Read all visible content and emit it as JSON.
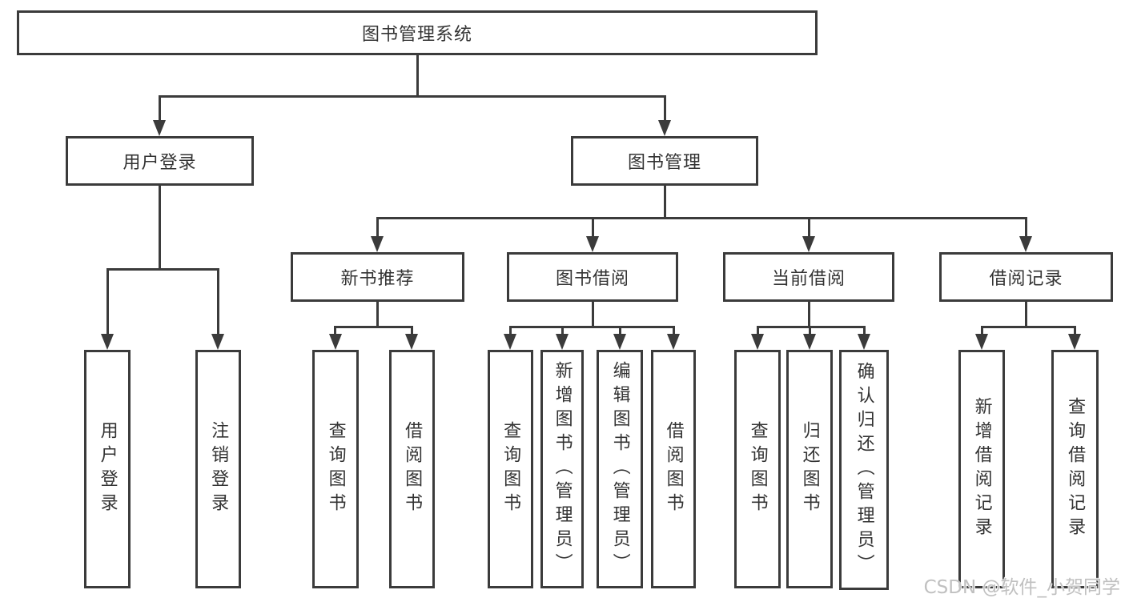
{
  "diagram": {
    "root": {
      "label": "图书管理系统"
    },
    "level2": [
      {
        "label": "用户登录"
      },
      {
        "label": "图书管理"
      }
    ],
    "level3": [
      {
        "label": "新书推荐"
      },
      {
        "label": "图书借阅"
      },
      {
        "label": "当前借阅"
      },
      {
        "label": "借阅记录"
      }
    ],
    "leaves": {
      "user_login": [
        {
          "label": "用户登录"
        },
        {
          "label": "注销登录"
        }
      ],
      "new_book_recommend": [
        {
          "label": "查询图书"
        },
        {
          "label": "借阅图书"
        }
      ],
      "book_borrow": [
        {
          "label": "查询图书"
        },
        {
          "label": "新增图书（管理员）"
        },
        {
          "label": "编辑图书（管理员）"
        },
        {
          "label": "借阅图书"
        }
      ],
      "current_borrow": [
        {
          "label": "查询图书"
        },
        {
          "label": "归还图书"
        },
        {
          "label": "确认归还（管理员）"
        }
      ],
      "borrow_records": [
        {
          "label": "新增借阅记录"
        },
        {
          "label": "查询借阅记录"
        }
      ]
    },
    "watermark": "CSDN @软件_小贺同学",
    "colors": {
      "line": "#3b3b3b",
      "text": "#333333",
      "watermark": "#c0c0c0",
      "background": "#ffffff"
    }
  }
}
